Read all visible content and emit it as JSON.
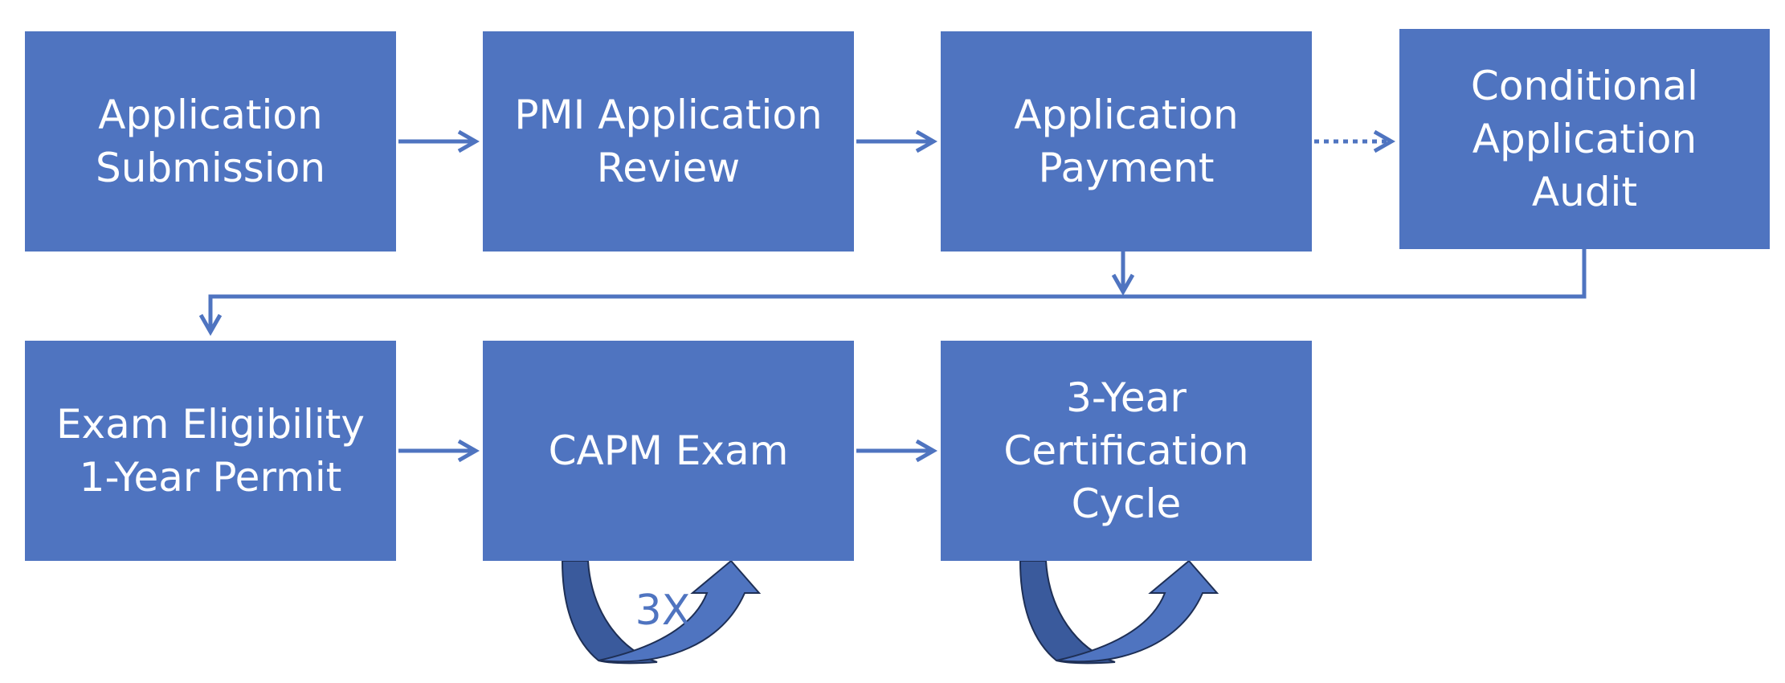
{
  "boxes": {
    "submission": "Application\nSubmission",
    "review": "PMI Application\nReview",
    "payment": "Application\nPayment",
    "audit": "Conditional\nApplication\nAudit",
    "eligibility": "Exam Eligibility\n1-Year Permit",
    "exam": "CAPM Exam",
    "cycle": "3-Year\nCertification\nCycle"
  },
  "loops": {
    "exam_retake_label": "3X"
  },
  "colors": {
    "box_fill": "#4f74c0",
    "box_text": "#ffffff",
    "connector": "#4f74c0",
    "loop_dark": "#3a5a9c",
    "loop_light": "#4f74c0",
    "loop_outline": "#1e2f55"
  }
}
